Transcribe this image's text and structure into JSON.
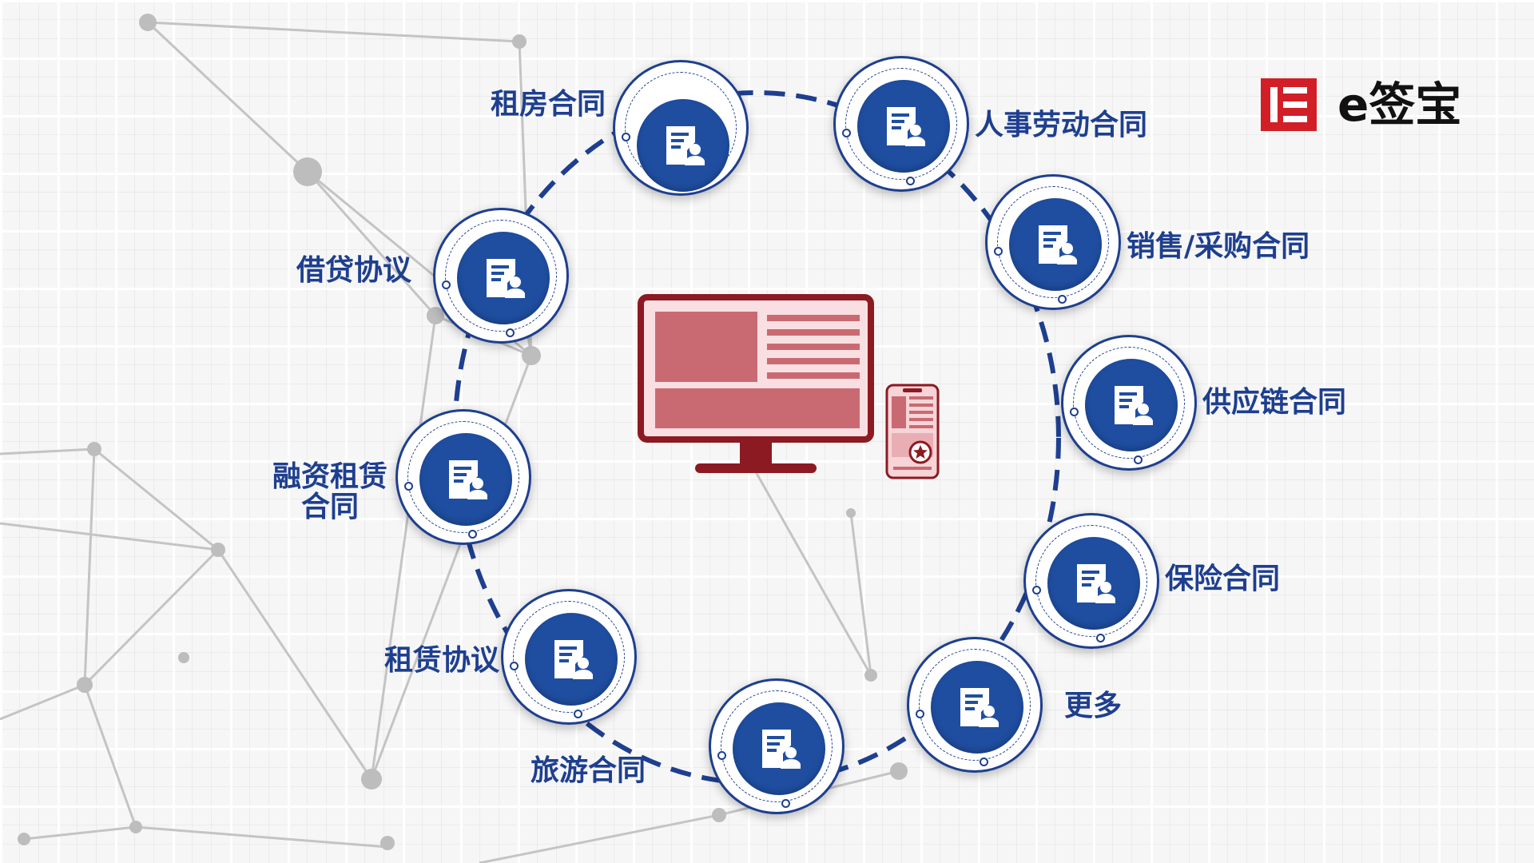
{
  "brand": {
    "name": "e签宝",
    "color": "#d21f27"
  },
  "diagram": {
    "ring_color": "#1e3f8f",
    "core_color": "#1f4ea1",
    "center_device": "monitor-icon",
    "side_device": "phone-icon",
    "node_icon": "contract-document-icon",
    "nodes": [
      {
        "label": "租房合同"
      },
      {
        "label": "人事劳动合同"
      },
      {
        "label": "销售/采购合同"
      },
      {
        "label": "供应链合同"
      },
      {
        "label": "保险合同"
      },
      {
        "label": "更多"
      },
      {
        "label": "旅游合同"
      },
      {
        "label": "租赁协议"
      },
      {
        "label": "融资租赁",
        "label2": "合同"
      },
      {
        "label": "借贷协议"
      }
    ]
  }
}
